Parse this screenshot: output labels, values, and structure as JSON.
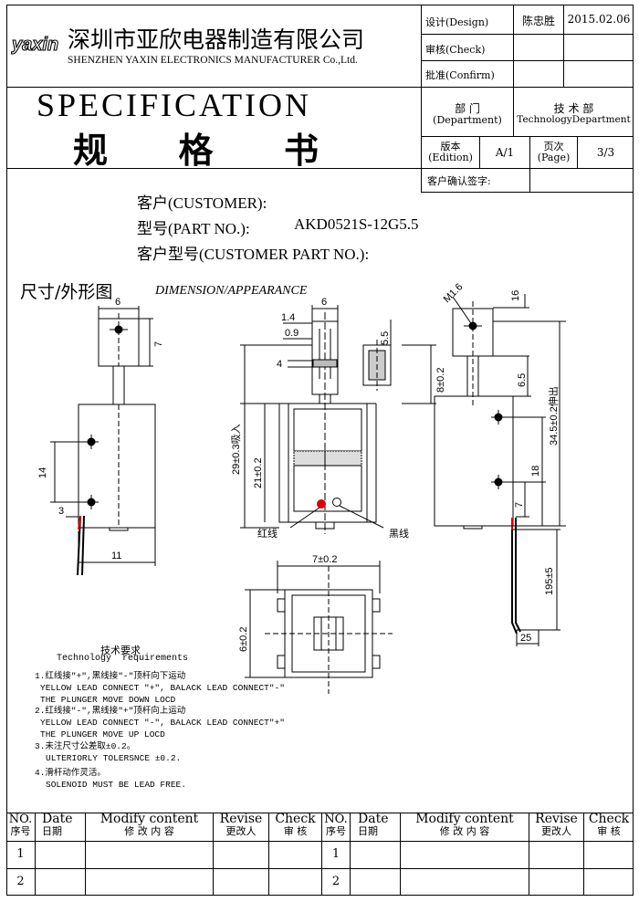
{
  "header": {
    "logo": "yaxin",
    "company_cn": "深圳市亚欣电器制造有限公司",
    "company_en": "SHENZHEN YAXIN ELECTRONICS MANUFACTURER Co.,Ltd.",
    "design_label": "设计(Design)",
    "designer": "陈忠胜",
    "date": "2015.02.06",
    "check_label": "审核(Check)",
    "confirm_label": "批准(Confirm)",
    "spec_title": "SPECIFICATION",
    "spec_cn": "规 格 书",
    "dept_label_cn": "部 门",
    "dept_label_en": "(Department)",
    "dept_value_cn": "技 术 部",
    "dept_value_en": "TechnologyDepartment",
    "edition_cn": "版本",
    "edition_en": "(Edition)",
    "edition_value": "A/1",
    "page_cn": "页次",
    "page_en": "(Page)",
    "page_value": "3/3",
    "customer_sign": "客户确认签字:"
  },
  "info": {
    "customer": "客户(CUSTOMER):",
    "part_no_label": "型号(PART NO.):",
    "part_no_value": "AKD0521S-12G5.5",
    "customer_part_no": "客户型号(CUSTOMER PART NO.):"
  },
  "drawing": {
    "section_cn": "尺寸/外形图",
    "section_en": "DIMENSION/APPEARANCE",
    "dims": {
      "d6a": "6",
      "d7": "7",
      "d14": "14",
      "d3": "3",
      "d11": "11",
      "d14b": "1.4",
      "d09": "0.9",
      "d6b": "6",
      "d4": "4",
      "d55": "5.5",
      "d8": "8±0.2",
      "d29": "29±0.3吸入",
      "d21": "21±0.2",
      "red_wire": "红线",
      "black_wire": "黑线",
      "m16": "M1.6",
      "d16": "16",
      "d65": "6.5",
      "d345": "34.5±0.2伸出",
      "d18": "18",
      "d7b": "7",
      "d195": "195±5",
      "d25": "25",
      "d7w": "7±0.2",
      "d6h": "6±0.2"
    }
  },
  "tech": {
    "title_cn": "技术要求",
    "title_en": "Technology  requirements",
    "lines": [
      "1.红线接\"+\",黑线接\"-\"顶杆向下运动",
      "YELLOW LEAD CONNECT \"+\", BALACK LEAD CONNECT\"-\"",
      "THE PLUNGER MOVE DOWN LOCD",
      "2.红线接\"-\",黑线接\"+\"顶杆向上运动",
      "YELLOW LEAD CONNECT  \"-\", BALACK LEAD CONNECT\"+\"",
      "THE PLUNGER MOVE UP LOCD",
      "3.未注尺寸公差取±0.2。",
      "ULTERIORLY TOLERSNCE ±0.2.",
      "4.滑杆动作灵活。",
      "SOLENOID MUST BE LEAD FREE."
    ]
  },
  "revision": {
    "headers": [
      {
        "en": "NO.",
        "cn": "序号"
      },
      {
        "en": "Date",
        "cn": "日期"
      },
      {
        "en": "Modify content",
        "cn": "修 改 内 容"
      },
      {
        "en": "Revise",
        "cn": "更改人"
      },
      {
        "en": "Check",
        "cn": "审 核"
      }
    ],
    "rows_left": [
      "1",
      "2"
    ],
    "rows_right": [
      "1",
      "2"
    ]
  }
}
